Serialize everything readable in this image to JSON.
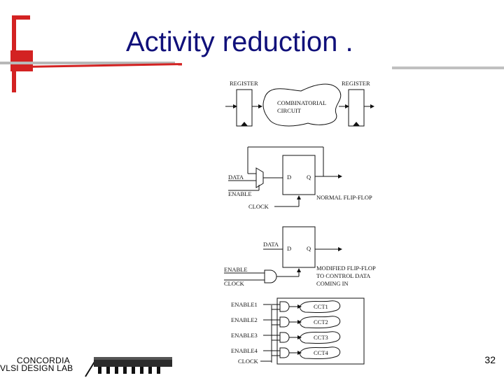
{
  "slide": {
    "title": "Activity reduction .",
    "number": "32",
    "accent_red": "#d32222",
    "accent_gray": "#c0c0c0"
  },
  "logo": {
    "line1": "CONCORDIA",
    "line2": "VLSI DESIGN LAB",
    "chip_icon": "chip-icon"
  },
  "diagram": {
    "part1": {
      "register_left": "REGISTER",
      "register_right": "REGISTER",
      "comb_line1": "COMBINATORIAL",
      "comb_line2": "CIRCUIT"
    },
    "part2": {
      "data": "DATA",
      "enable": "ENABLE",
      "clock": "CLOCK",
      "d": "D",
      "q": "Q",
      "caption": "NORMAL FLIP-FLOP"
    },
    "part3": {
      "data": "DATA",
      "enable": "ENABLE",
      "clock": "CLOCK",
      "d": "D",
      "q": "Q",
      "caption1": "MODIFIED FLIP-FLOP",
      "caption2": "TO CONTROL DATA",
      "caption3": "COMING IN"
    },
    "part4": {
      "enables": [
        "ENABLE1",
        "ENABLE2",
        "ENABLE3",
        "ENABLE4"
      ],
      "circuits": [
        "CCT1",
        "CCT2",
        "CCT3",
        "CCT4"
      ],
      "clock": "CLOCK"
    }
  }
}
